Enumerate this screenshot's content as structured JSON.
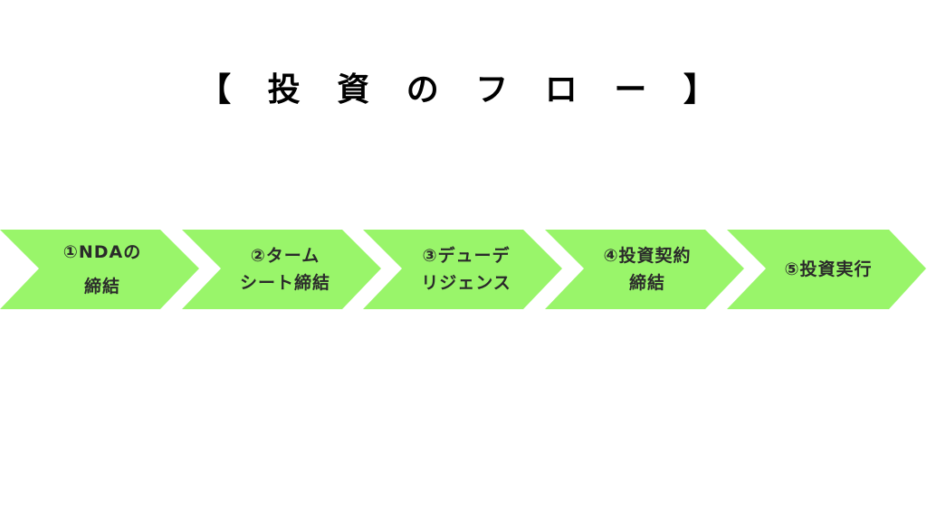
{
  "title": "【 投 資 の フ ロ ー 】",
  "colors": {
    "chevron_fill": "#99f56a",
    "text": "#2a2a2a",
    "title": "#000000"
  },
  "steps": [
    {
      "label_line1": "①NDAの",
      "label_line2": "締結"
    },
    {
      "label_line1": "②ターム",
      "label_line2": "シート締結"
    },
    {
      "label_line1": "③デューデ",
      "label_line2": "リジェンス"
    },
    {
      "label_line1": "④投資契約",
      "label_line2": "締結"
    },
    {
      "label_line1": "⑤投資実行",
      "label_line2": ""
    }
  ]
}
